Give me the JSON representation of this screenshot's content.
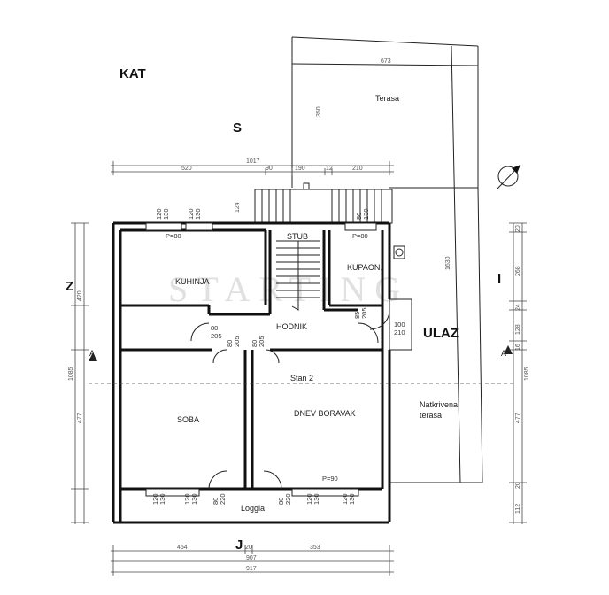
{
  "titles": {
    "floor": "KAT",
    "north": "S",
    "south": "J",
    "west": "Z",
    "east": "I",
    "entrance": "ULAZ"
  },
  "rooms": {
    "kitchen": "KUHINJA",
    "stair": "STUB",
    "bathroom": "KUPAON.",
    "hall": "HODNIK",
    "apartment": "Stan 2",
    "bedroom": "SOBA",
    "living": "DNEV BORAVAK",
    "loggia": "Loggia",
    "terrace": "Terasa",
    "covered_terrace_1": "Natkrivena",
    "covered_terrace_2": "terasa"
  },
  "openings": {
    "w1a": "120",
    "w1b": "130",
    "w2a": "120",
    "w2b": "130",
    "w_kitchen_p": "P=80",
    "w_bath_a": "80",
    "w_bath_b": "130",
    "w_bath_p": "P=80",
    "d_bath_a": "85",
    "d_bath_b": "205",
    "d_kitchen_a": "80",
    "d_kitchen_b": "205",
    "d_entry_a": "100",
    "d_entry_b": "210",
    "d_soba_a": "80",
    "d_soba_b": "205",
    "d_living_a": "80",
    "d_living_b": "205",
    "s1a": "120",
    "s1b": "130",
    "s2a": "120",
    "s2b": "130",
    "s_door_a": "80",
    "s_door_b": "220",
    "l_door_a": "80",
    "l_door_b": "220",
    "s3a": "120",
    "s3b": "130",
    "s4a": "120",
    "s4b": "130",
    "loggia_p": "P=90"
  },
  "dimensions": {
    "terrace_width": "673",
    "terrace_depth": "350",
    "top_total": "1017",
    "top_a": "520",
    "top_b": "90",
    "top_c": "190",
    "top_d": "12",
    "top_e": "210",
    "stair_depth": "124",
    "left_a": "420",
    "left_b": "1085",
    "left_c": "477",
    "right_total": "1630",
    "right_a": "20",
    "right_b": "268",
    "right_c": "24",
    "right_d": "128",
    "right_e": "16",
    "right_f": "1085",
    "right_g": "477",
    "right_h": "20",
    "right_i": "112",
    "bottom_a": "454",
    "bottom_b": "20",
    "bottom_c": "353",
    "bottom_total_a": "907",
    "bottom_total_b": "917"
  },
  "section": {
    "left": "A",
    "right": "A"
  },
  "watermark": "STARTING"
}
